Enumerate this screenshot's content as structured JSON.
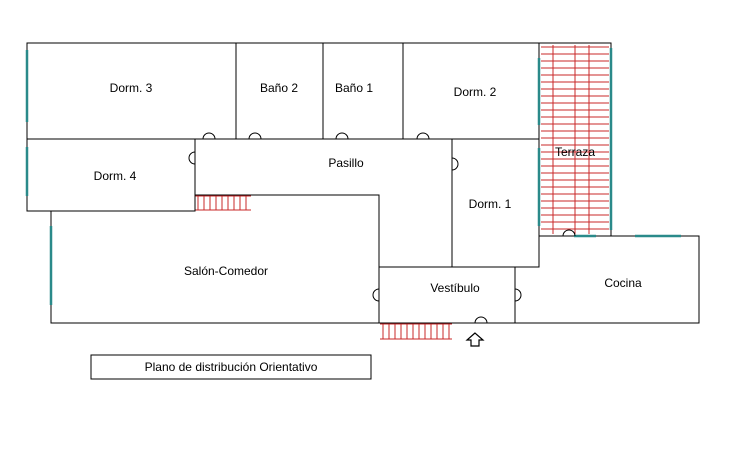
{
  "rooms": {
    "dorm3": "Dorm. 3",
    "bano2": "Baño 2",
    "bano1": "Baño 1",
    "dorm2": "Dorm. 2",
    "terraza": "Terraza",
    "dorm4": "Dorm. 4",
    "pasillo": "Pasillo",
    "dorm1": "Dorm. 1",
    "salon": "Salón-Comedor",
    "vestibulo": "Vestíbulo",
    "cocina": "Cocina"
  },
  "caption": "Plano de distribución Orientativo",
  "colors": {
    "wall": "#000000",
    "window": "#2a8a8a",
    "hatch": "#c8282a"
  },
  "icons": {
    "entrance": "up-arrow-outline-icon"
  }
}
